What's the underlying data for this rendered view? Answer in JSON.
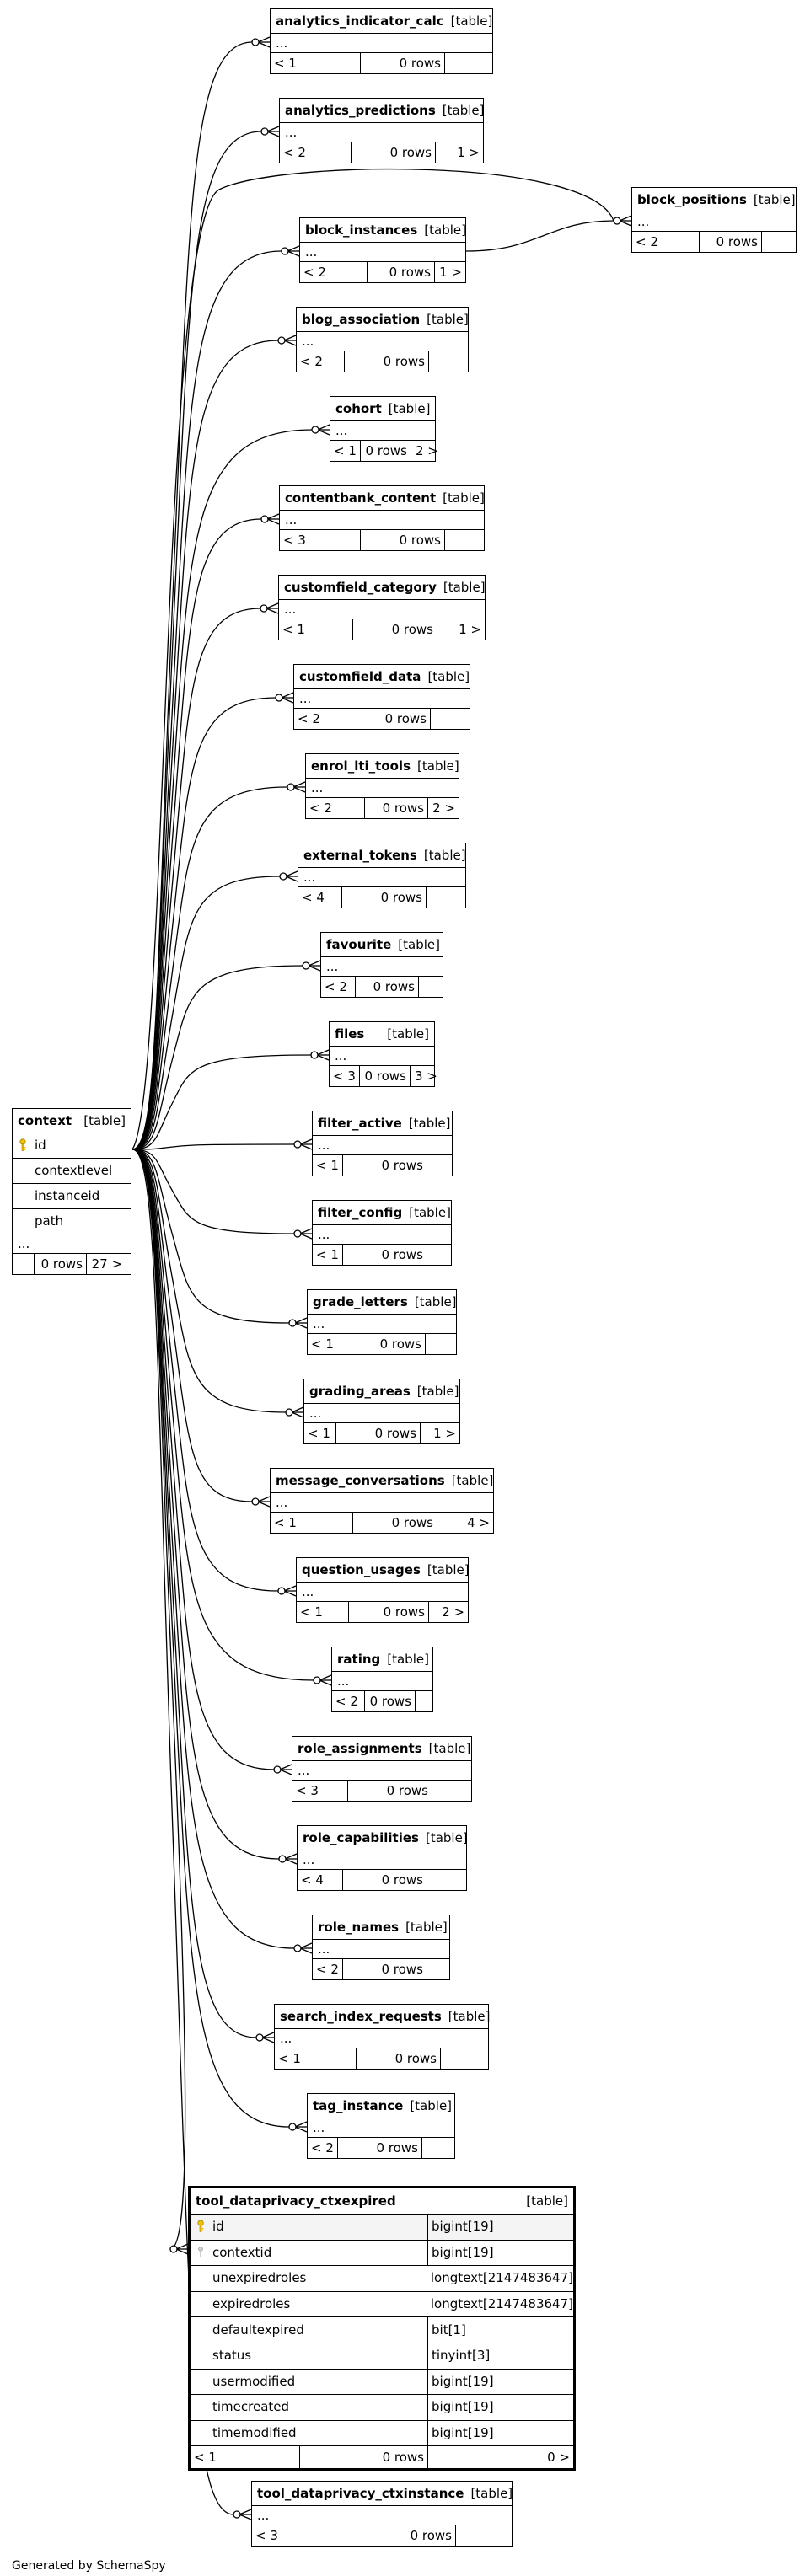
{
  "context": {
    "name": "context",
    "kind": "[table]",
    "columns": [
      "id",
      "contextlevel",
      "instanceid",
      "path"
    ],
    "ellipsis": "...",
    "rows": "0 rows",
    "children": "27 >"
  },
  "tables": [
    {
      "name": "analytics_indicator_calc",
      "kind": "[table]",
      "ellipsis": "...",
      "parents": "< 1",
      "rows": "0 rows",
      "children": ""
    },
    {
      "name": "analytics_predictions",
      "kind": "[table]",
      "ellipsis": "...",
      "parents": "< 2",
      "rows": "0 rows",
      "children": "1 >"
    },
    {
      "name": "block_instances",
      "kind": "[table]",
      "ellipsis": "...",
      "parents": "< 2",
      "rows": "0 rows",
      "children": "1 >"
    },
    {
      "name": "blog_association",
      "kind": "[table]",
      "ellipsis": "...",
      "parents": "< 2",
      "rows": "0 rows",
      "children": ""
    },
    {
      "name": "cohort",
      "kind": "[table]",
      "ellipsis": "...",
      "parents": "< 1",
      "rows": "0 rows",
      "children": "2 >"
    },
    {
      "name": "contentbank_content",
      "kind": "[table]",
      "ellipsis": "...",
      "parents": "< 3",
      "rows": "0 rows",
      "children": ""
    },
    {
      "name": "customfield_category",
      "kind": "[table]",
      "ellipsis": "...",
      "parents": "< 1",
      "rows": "0 rows",
      "children": "1 >"
    },
    {
      "name": "customfield_data",
      "kind": "[table]",
      "ellipsis": "...",
      "parents": "< 2",
      "rows": "0 rows",
      "children": ""
    },
    {
      "name": "enrol_lti_tools",
      "kind": "[table]",
      "ellipsis": "...",
      "parents": "< 2",
      "rows": "0 rows",
      "children": "2 >"
    },
    {
      "name": "external_tokens",
      "kind": "[table]",
      "ellipsis": "...",
      "parents": "< 4",
      "rows": "0 rows",
      "children": ""
    },
    {
      "name": "favourite",
      "kind": "[table]",
      "ellipsis": "...",
      "parents": "< 2",
      "rows": "0 rows",
      "children": ""
    },
    {
      "name": "files",
      "kind": "[table]",
      "ellipsis": "...",
      "parents": "< 3",
      "rows": "0 rows",
      "children": "3 >"
    },
    {
      "name": "filter_active",
      "kind": "[table]",
      "ellipsis": "...",
      "parents": "< 1",
      "rows": "0 rows",
      "children": ""
    },
    {
      "name": "filter_config",
      "kind": "[table]",
      "ellipsis": "...",
      "parents": "< 1",
      "rows": "0 rows",
      "children": ""
    },
    {
      "name": "grade_letters",
      "kind": "[table]",
      "ellipsis": "...",
      "parents": "< 1",
      "rows": "0 rows",
      "children": ""
    },
    {
      "name": "grading_areas",
      "kind": "[table]",
      "ellipsis": "...",
      "parents": "< 1",
      "rows": "0 rows",
      "children": "1 >"
    },
    {
      "name": "message_conversations",
      "kind": "[table]",
      "ellipsis": "...",
      "parents": "< 1",
      "rows": "0 rows",
      "children": "4 >"
    },
    {
      "name": "question_usages",
      "kind": "[table]",
      "ellipsis": "...",
      "parents": "< 1",
      "rows": "0 rows",
      "children": "2 >"
    },
    {
      "name": "rating",
      "kind": "[table]",
      "ellipsis": "...",
      "parents": "< 2",
      "rows": "0 rows",
      "children": ""
    },
    {
      "name": "role_assignments",
      "kind": "[table]",
      "ellipsis": "...",
      "parents": "< 3",
      "rows": "0 rows",
      "children": ""
    },
    {
      "name": "role_capabilities",
      "kind": "[table]",
      "ellipsis": "...",
      "parents": "< 4",
      "rows": "0 rows",
      "children": ""
    },
    {
      "name": "role_names",
      "kind": "[table]",
      "ellipsis": "...",
      "parents": "< 2",
      "rows": "0 rows",
      "children": ""
    },
    {
      "name": "search_index_requests",
      "kind": "[table]",
      "ellipsis": "...",
      "parents": "< 1",
      "rows": "0 rows",
      "children": ""
    },
    {
      "name": "tag_instance",
      "kind": "[table]",
      "ellipsis": "...",
      "parents": "< 2",
      "rows": "0 rows",
      "children": ""
    },
    {
      "name": "tool_dataprivacy_ctxinstance",
      "kind": "[table]",
      "ellipsis": "...",
      "parents": "< 3",
      "rows": "0 rows",
      "children": ""
    }
  ],
  "block_positions": {
    "name": "block_positions",
    "kind": "[table]",
    "ellipsis": "...",
    "parents": "< 2",
    "rows": "0 rows",
    "children": ""
  },
  "ctxexpired": {
    "name": "tool_dataprivacy_ctxexpired",
    "kind": "[table]",
    "columns": [
      {
        "name": "id",
        "type": "bigint[19]"
      },
      {
        "name": "contextid",
        "type": "bigint[19]"
      },
      {
        "name": "unexpiredroles",
        "type": "longtext[2147483647]"
      },
      {
        "name": "expiredroles",
        "type": "longtext[2147483647]"
      },
      {
        "name": "defaultexpired",
        "type": "bit[1]"
      },
      {
        "name": "status",
        "type": "tinyint[3]"
      },
      {
        "name": "usermodified",
        "type": "bigint[19]"
      },
      {
        "name": "timecreated",
        "type": "bigint[19]"
      },
      {
        "name": "timemodified",
        "type": "bigint[19]"
      }
    ],
    "parents": "< 1",
    "rows": "0 rows",
    "children": "0 >"
  },
  "footer": "Generated by SchemaSpy",
  "colors": {
    "line": "#000000",
    "key": "#f2c200",
    "pk_row": "#f4f4f4"
  }
}
